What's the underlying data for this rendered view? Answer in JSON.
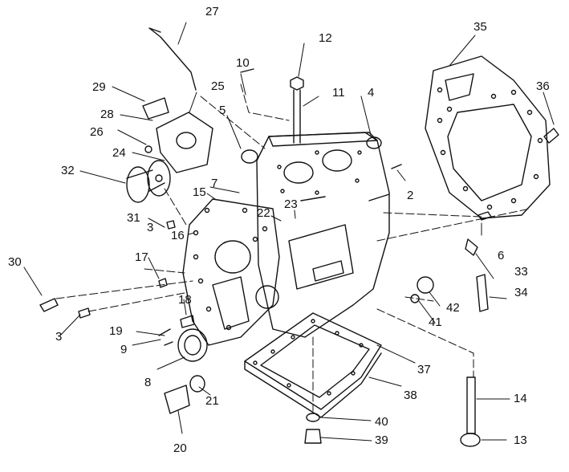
{
  "diagram": {
    "callouts": [
      "27",
      "12",
      "35",
      "10",
      "11",
      "36",
      "29",
      "25",
      "5",
      "4",
      "28",
      "26",
      "24",
      "32",
      "7",
      "2",
      "15",
      "22",
      "23",
      "3",
      "31",
      "16",
      "6",
      "30",
      "17",
      "33",
      "18",
      "34",
      "42",
      "19",
      "41",
      "9",
      "8",
      "37",
      "38",
      "14",
      "21",
      "40",
      "20",
      "39",
      "13"
    ]
  },
  "colors": {
    "ink": "#111111",
    "paper": "#ffffff"
  }
}
